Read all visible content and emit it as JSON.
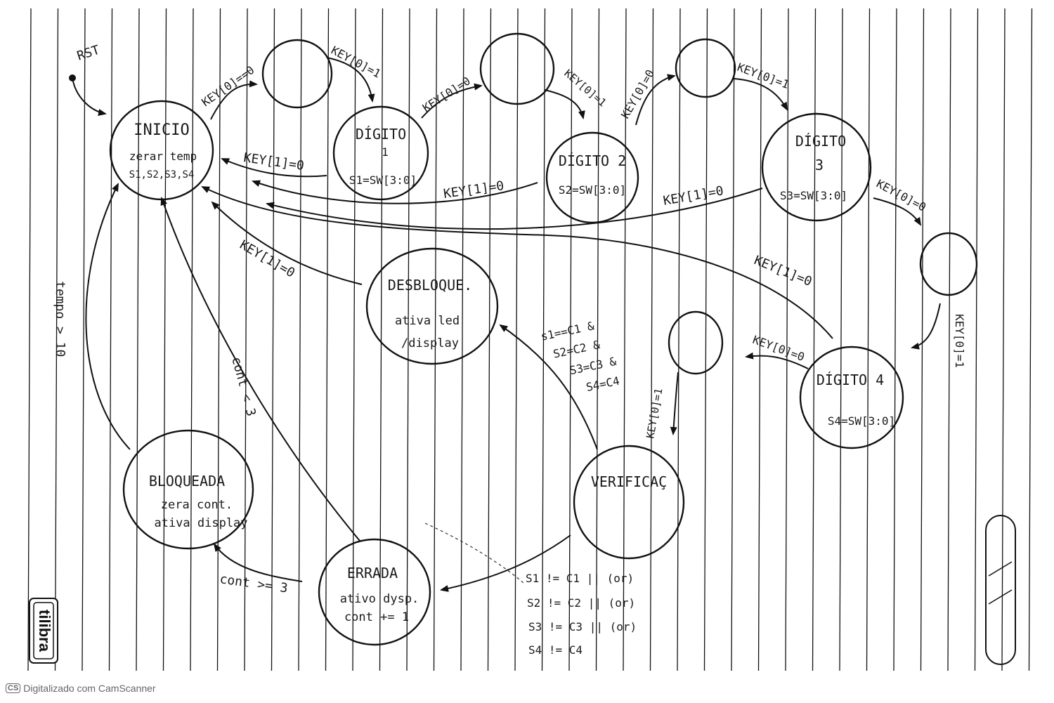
{
  "brand": "tilibra",
  "scanner": {
    "logo": "CS",
    "text": "Digitalizado com CamScanner"
  },
  "rst_label": "RST",
  "states": {
    "inicio": {
      "title": "INICIO",
      "line1": "zerar temp",
      "line2": "S1,S2,S3,S4"
    },
    "digito1": {
      "title": "DÍGITO",
      "line1": "1",
      "line2": "S1=SW[3:0]"
    },
    "digito2": {
      "title": "DÍGITO 2",
      "line1": "S2=SW[3:0]"
    },
    "digito3": {
      "title": "DÍGITO",
      "line1": "3",
      "line2": "S3=SW[3:0]"
    },
    "digito4": {
      "title": "DÍGITO 4",
      "line1": "S4=SW[3:0]"
    },
    "desbloque": {
      "title": "DESBLOQUE.",
      "line1": "ativa led",
      "line2": "/display"
    },
    "verificacao": {
      "title": "VERIFICAÇ"
    },
    "bloqueada": {
      "title": "BLOQUEADA",
      "line1": "zera cont.",
      "line2": "ativa display"
    },
    "errada": {
      "title": "ERRADA",
      "line1": "ativo dysp.",
      "line2": "cont += 1"
    }
  },
  "transitions": {
    "inicio_w1": "KEY[0]==0",
    "w1_d1": "KEY[0]=1",
    "d1_w2": "KEY[0]=0",
    "w2_d2": "KEY[0]=1",
    "d2_w3": "KEY[0]=0",
    "w3_d3": "KEY[0]=1",
    "d3_w4": "KEY[0]=0",
    "w4_d4": "KEY[0]=1",
    "d4_w5": "KEY[0]=0",
    "w5_ver": "KEY[0]=1",
    "d1_inicio": "KEY[1]=0",
    "d2_inicio": "KEY[1]=0",
    "d3_inicio": "KEY[1]=0",
    "d4_inicio": "KEY[1]=0",
    "desb_inicio": "KEY[1]=0",
    "ver_desb": [
      "s1==C1 &",
      "S2=C2 &",
      "S3=C3 &",
      "S4=C4"
    ],
    "ver_err": [
      "S1 != C1 || (or)",
      "S2 != C2 || (or)",
      "S3 != C3 || (or)",
      "S4 != C4"
    ],
    "err_bloq": "cont >= 3",
    "err_inicio": "cont < 3",
    "bloq_inicio": "tempo > 10"
  }
}
